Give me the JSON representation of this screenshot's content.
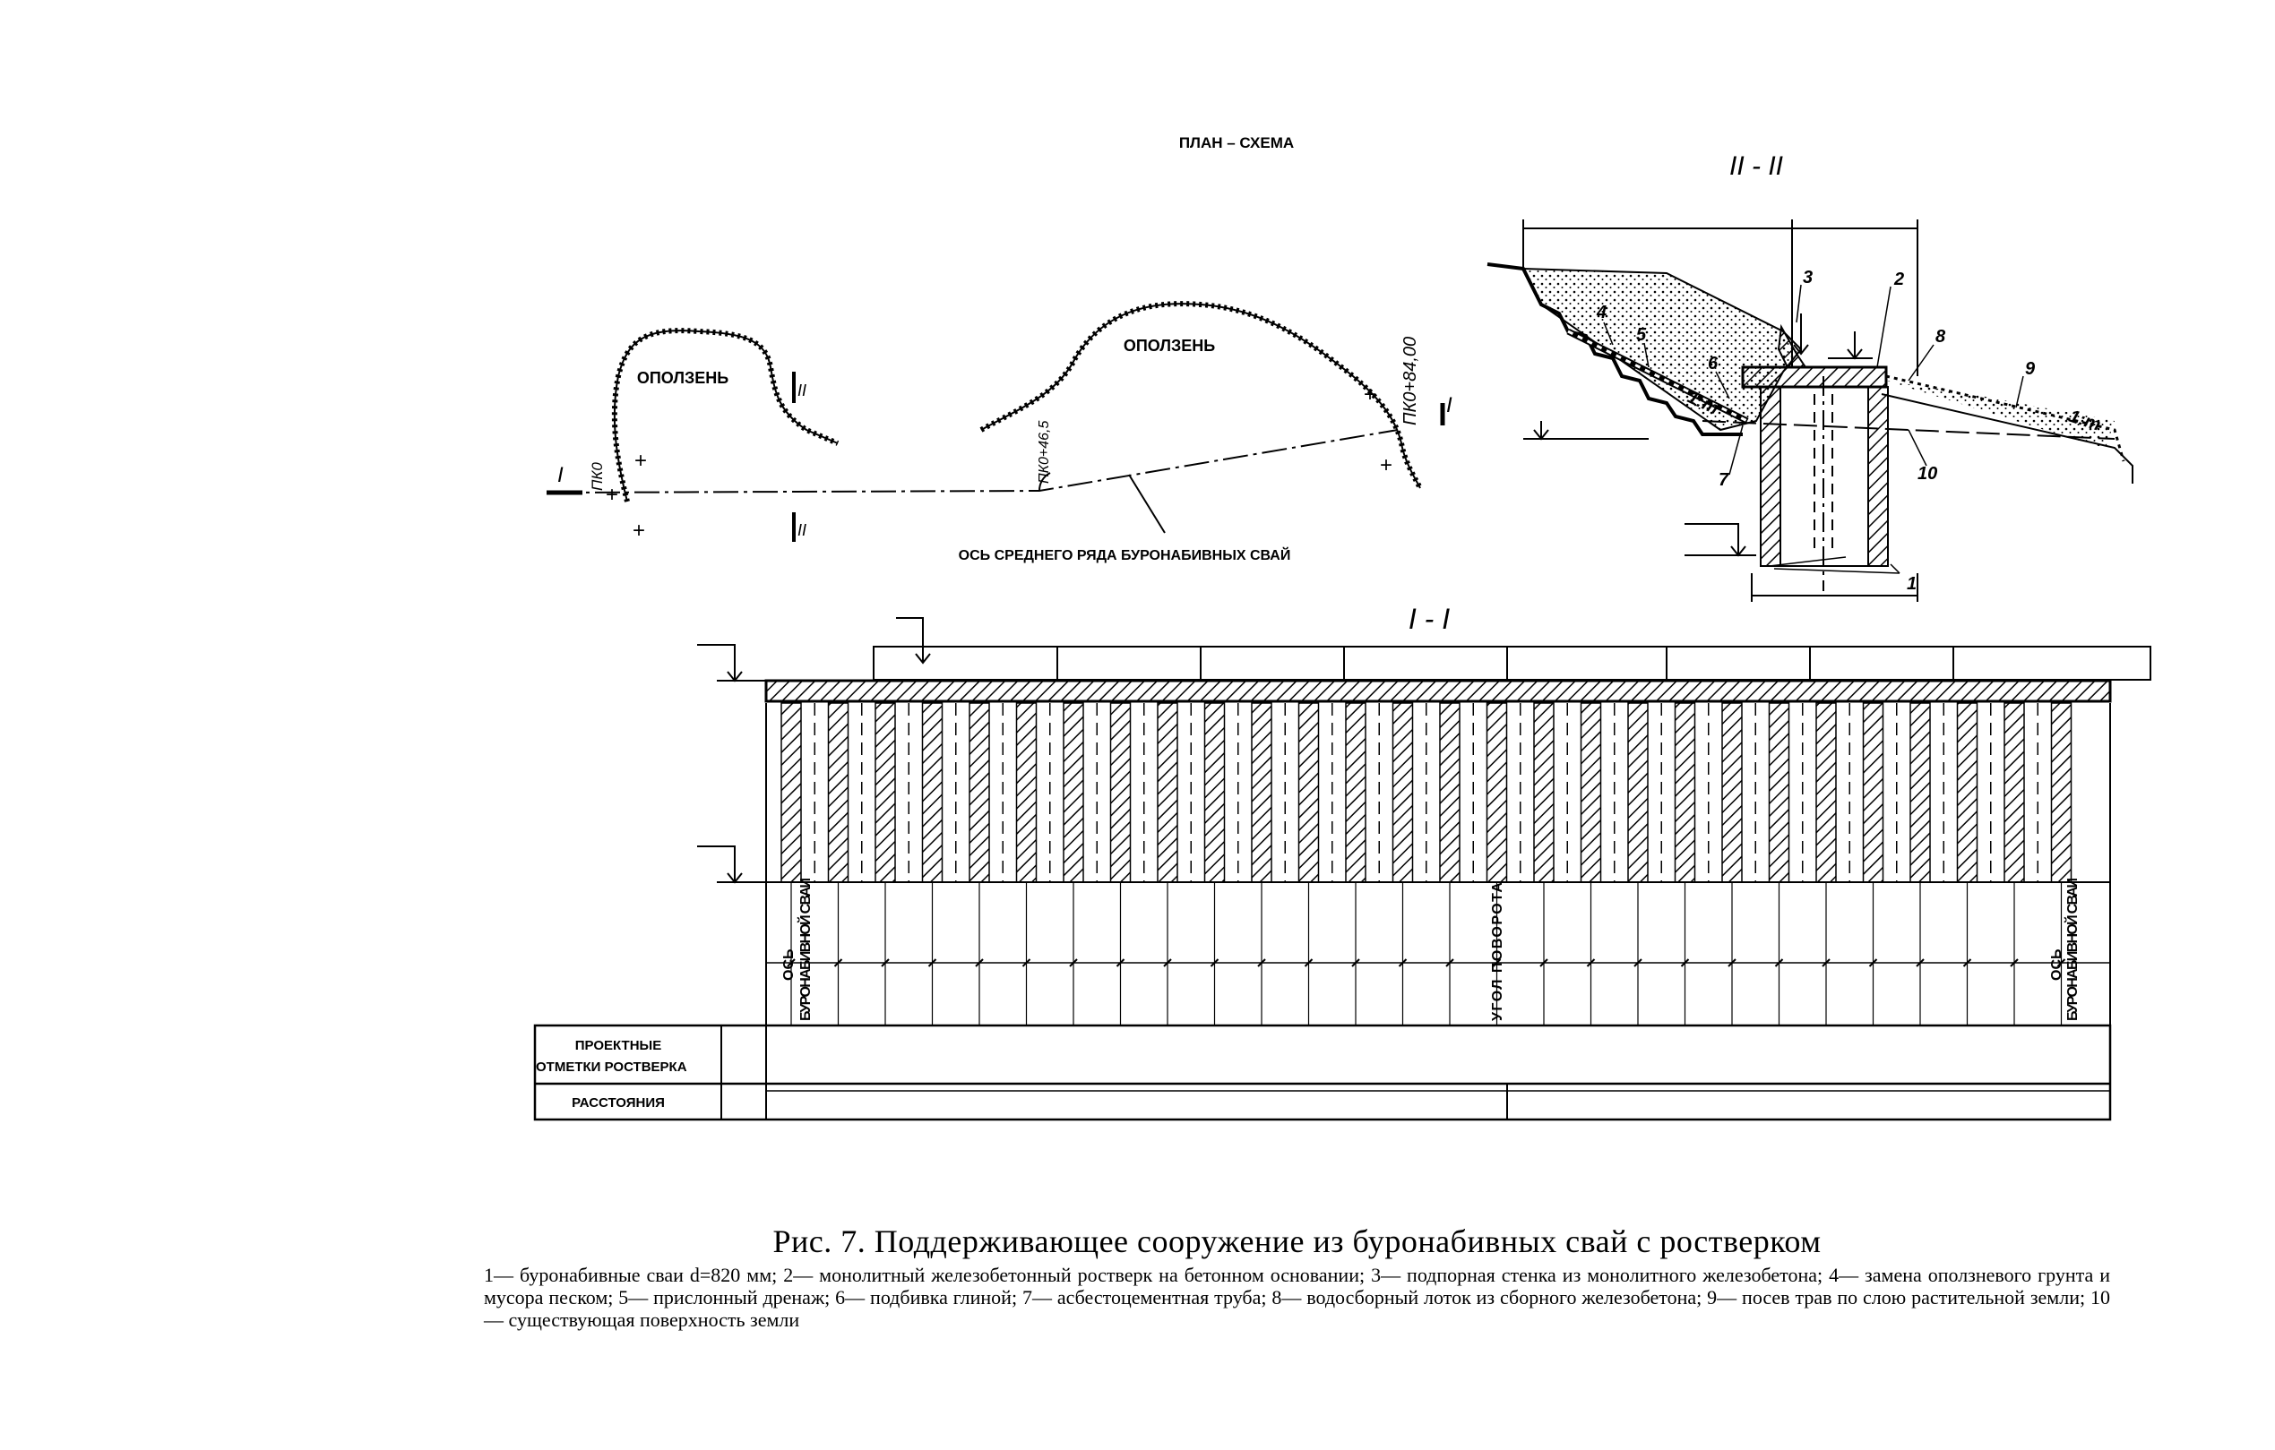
{
  "plan": {
    "heading": "ПЛАН – СХЕМА",
    "landslide_label_1": "ОПОЛЗЕНЬ",
    "landslide_label_2": "ОПОЛЗЕНЬ",
    "pk_start": "ПК0",
    "pk_mid": "ПК0+46,5",
    "pk_end": "ПК0+84,00",
    "section_I": "I",
    "section_II": "II",
    "axis_label": "ОСЬ СРЕДНЕГО РЯДА БУРОНАБИВНЫХ СВАЙ",
    "plus": "+"
  },
  "section_II": {
    "heading": "II - II",
    "callouts": [
      "1",
      "2",
      "3",
      "4",
      "5",
      "6",
      "7",
      "8",
      "9",
      "10"
    ],
    "slope_1": "1:m",
    "slope_2": "1:m"
  },
  "section_I": {
    "heading": "I - I",
    "label_axis_left": "ОСЬ",
    "label_piles_left": "БУРОНАБИВНОЙ СВАИ",
    "label_turn": "УГОЛ ПОВОРОТА",
    "label_axis_right": "ОСЬ",
    "label_piles_right": "БУРОНАБИВНОЙ СВАИ"
  },
  "table": {
    "row1_line1": "ПРОЕКТНЫЕ",
    "row1_line2": "ОТМЕТКИ РОСТВЕРКА",
    "row2": "РАССТОЯНИЯ"
  },
  "caption": {
    "title": "Рис. 7. Поддерживающее сооружение из буронабивных свай с ростверком",
    "legend": "1— буронабивные сваи d=820 мм; 2— монолитный железобетонный ростверк на бетонном основании; 3— подпорная стенка из монолитного железобетона; 4— замена оползневого грунта и мусора песком; 5— прислонный дренаж; 6— подбивка глиной; 7— асбестоцементная труба; 8— водосборный лоток из сборного железобетона; 9— посев трав по слою растительной земли; 10— существующая поверхность земли"
  }
}
